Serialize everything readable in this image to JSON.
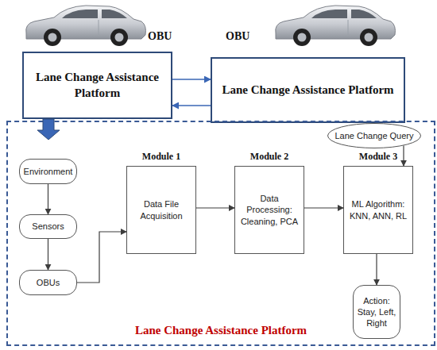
{
  "diagram": {
    "nodes": [
      {
        "text": [
          "Lane Change Assistance Platform"
        ]
      },
      {
        "text": [
          "Lane Change Assistance Platform"
        ]
      },
      {
        "text": [
          "Lane Change Assistance Platform"
        ]
      },
      {
        "text": [
          "Environment"
        ],
        "in": 2
      },
      {
        "text": [
          "Sensors"
        ],
        "in": 2
      },
      {
        "text": [
          "OBUs"
        ],
        "in": 2
      },
      {
        "text": [
          "Module 1",
          "Data File Acquisition"
        ],
        "in": 2
      },
      {
        "text": [
          "Module 2",
          "Data Processing: Cleaning, PCA"
        ],
        "in": 2
      },
      {
        "text": [
          "Lane Change Query"
        ],
        "in": 2
      },
      {
        "text": [
          "Module 3",
          "ML Algorithm: KNN, ANN, RL"
        ],
        "in": 2
      },
      {
        "text": [
          "Action: Stay, Left, Right"
        ],
        "in": 2
      }
    ],
    "edges": [
      {
        "from": 0,
        "to": 1,
        "arrow": "to"
      },
      {
        "from": 1,
        "to": 0,
        "arrow": "to"
      },
      {
        "from": 0,
        "to": 2,
        "arrow": "to"
      },
      {
        "from": 3,
        "to": 4,
        "arrow": "to"
      },
      {
        "from": 4,
        "to": 5,
        "arrow": "to"
      },
      {
        "from": 5,
        "to": 6,
        "arrow": "to"
      },
      {
        "from": 6,
        "to": 7,
        "arrow": "to"
      },
      {
        "from": 7,
        "to": 9,
        "arrow": "to"
      },
      {
        "from": 8,
        "to": 9,
        "arrow": "to"
      },
      {
        "from": 9,
        "to": 10,
        "arrow": "to"
      }
    ],
    "labels": [
      "OBU",
      "OBU"
    ]
  }
}
